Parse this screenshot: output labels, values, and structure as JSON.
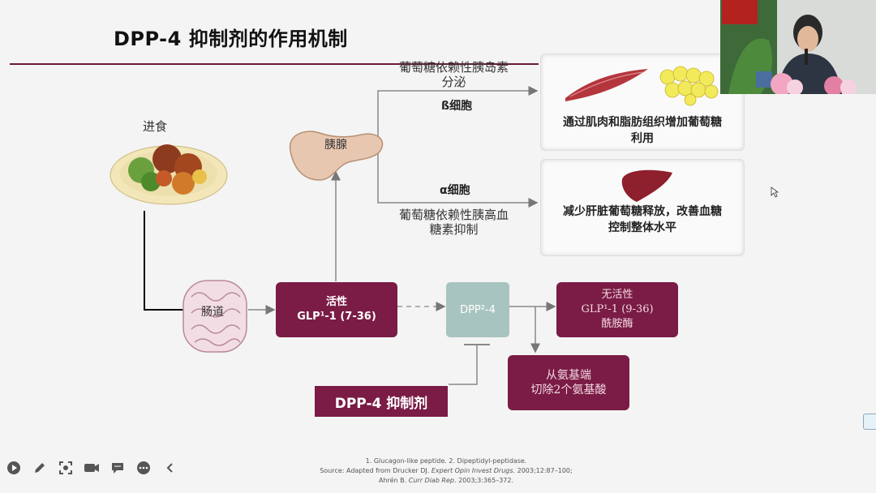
{
  "slide": {
    "title": "DPP-4 抑制剂的作用机制"
  },
  "diagram": {
    "eating_label": "进食",
    "pancreas_label": "胰腺",
    "intestine_label": "肠道",
    "top_branch_label_line1": "葡萄糖依赖性胰岛素",
    "top_branch_label_line2": "分泌",
    "beta_cell_label": "ß细胞",
    "alpha_cell_label": "α细胞",
    "bottom_branch_label_line1": "葡萄糖依赖性胰高血",
    "bottom_branch_label_line2": "糖素抑制",
    "panel_top_line1": "通过肌肉和脂肪组织增加葡萄糖",
    "panel_top_line2": "利用",
    "panel_bottom_line1": "减少肝脏葡萄糖释放，改善血糖",
    "panel_bottom_line2": "控制整体水平",
    "active_glp_line1": "活性",
    "active_glp_line2": "GLP¹-1 (7-36)",
    "dpp4_enzyme_label": "DPP²-4",
    "inactive_glp_line1": "无活性",
    "inactive_glp_line2": "GLP¹-1 (9-36)",
    "inactive_glp_line3": "酰胺酶",
    "cleave_line1": "从氨基端",
    "cleave_line2": "切除2个氨基酸",
    "inhibitor_label": "DPP-4  抑制剂"
  },
  "footnotes": {
    "line1": "1.  Glucagon-like peptide. 2. Dipeptidyl-peptidase.",
    "line2_prefix": "Source: Adapted from Drucker DJ. ",
    "line2_journal": "Expert Opin Invest Drugs",
    "line2_suffix": ". 2003;12:87–100;",
    "line3_prefix": "Ahrén B. ",
    "line3_journal": "Curr Diab Rep",
    "line3_suffix": ". 2003;3:365–372."
  },
  "toolbar": {
    "buttons": [
      "play-icon",
      "pen-icon",
      "screenshot-icon",
      "camera-icon",
      "chat-icon",
      "more-icon",
      "collapse-icon"
    ]
  },
  "colors": {
    "maroon": "#7a1c45",
    "teal": "#a8c4c0"
  }
}
